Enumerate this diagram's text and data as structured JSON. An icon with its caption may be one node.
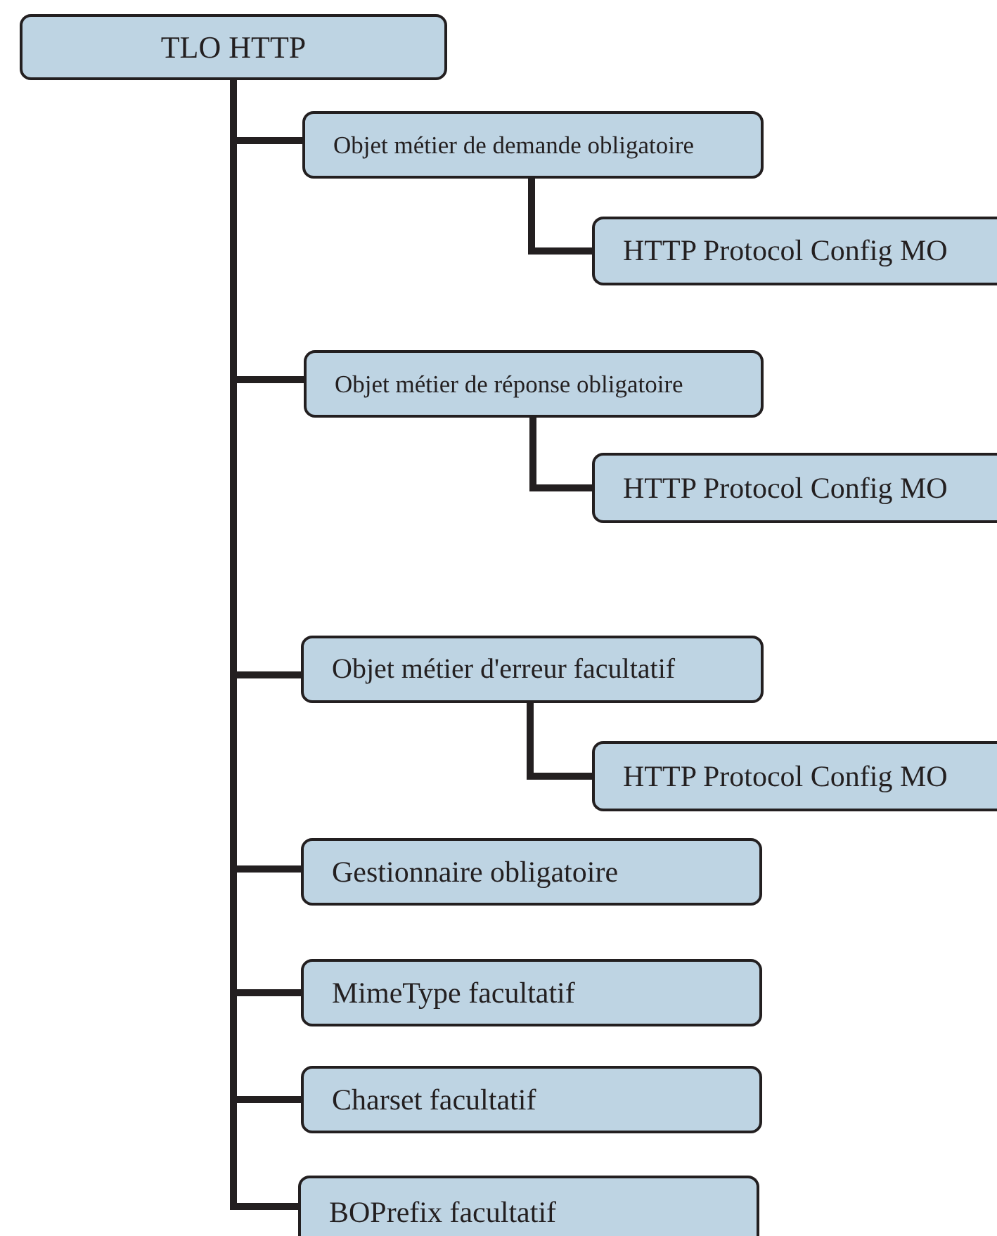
{
  "diagram": {
    "nodes": [
      {
        "text": [
          "TLO HTTP"
        ]
      },
      {
        "text": [
          "Objet métier de demande obligatoire"
        ]
      },
      {
        "text": [
          "HTTP Protocol Config MO"
        ]
      },
      {
        "text": [
          "Objet métier de réponse  obligatoire"
        ]
      },
      {
        "text": [
          "HTTP Protocol Config MO"
        ]
      },
      {
        "text": [
          "Objet métier d'erreur facultatif"
        ]
      },
      {
        "text": [
          "HTTP Protocol Config MO"
        ]
      },
      {
        "text": [
          "Gestionnaire obligatoire"
        ]
      },
      {
        "text": [
          "MimeType facultatif"
        ]
      },
      {
        "text": [
          "Charset facultatif"
        ]
      },
      {
        "text": [
          "BOPrefix facultatif"
        ]
      }
    ],
    "edges": [
      {
        "from": 0,
        "to": 1,
        "arrow": "none"
      },
      {
        "from": 1,
        "to": 2,
        "arrow": "none"
      },
      {
        "from": 0,
        "to": 3,
        "arrow": "none"
      },
      {
        "from": 3,
        "to": 4,
        "arrow": "none"
      },
      {
        "from": 0,
        "to": 5,
        "arrow": "none"
      },
      {
        "from": 5,
        "to": 6,
        "arrow": "none"
      },
      {
        "from": 0,
        "to": 7,
        "arrow": "none"
      },
      {
        "from": 0,
        "to": 8,
        "arrow": "none"
      },
      {
        "from": 0,
        "to": 9,
        "arrow": "none"
      },
      {
        "from": 0,
        "to": 10,
        "arrow": "none"
      }
    ]
  }
}
